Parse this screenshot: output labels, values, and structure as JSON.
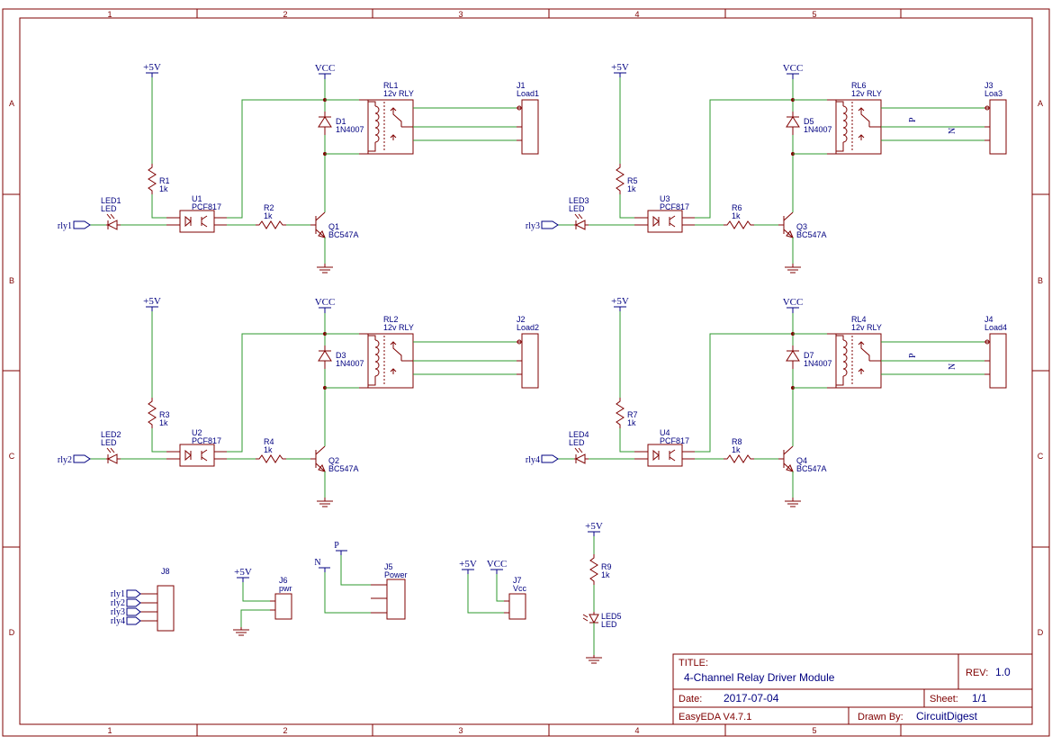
{
  "frame": {
    "columns": [
      "1",
      "2",
      "3",
      "4",
      "5"
    ],
    "rows": [
      "A",
      "B",
      "C",
      "D"
    ]
  },
  "nets": {
    "p5v": "+5V",
    "vcc": "VCC",
    "phase": "P",
    "neutral": "N",
    "rly1": "rly1",
    "rly2": "rly2",
    "rly3": "rly3",
    "rly4": "rly4"
  },
  "channels": [
    {
      "r_up": "R1",
      "r_up_val": "1k",
      "led": "LED1",
      "led_val": "LED",
      "opto": "U1",
      "opto_val": "PCF817",
      "r_base": "R2",
      "r_base_val": "1k",
      "q": "Q1",
      "q_val": "BC547A",
      "d": "D1",
      "d_val": "1N4007",
      "relay": "RL1",
      "relay_val": "12v RLY",
      "conn": "J1",
      "conn_val": "Load1"
    },
    {
      "r_up": "R5",
      "r_up_val": "1k",
      "led": "LED3",
      "led_val": "LED",
      "opto": "U3",
      "opto_val": "PCF817",
      "r_base": "R6",
      "r_base_val": "1k",
      "q": "Q3",
      "q_val": "BC547A",
      "d": "D5",
      "d_val": "1N4007",
      "relay": "RL6",
      "relay_val": "12v RLY",
      "conn": "J3",
      "conn_val": "Loa3"
    },
    {
      "r_up": "R3",
      "r_up_val": "1k",
      "led": "LED2",
      "led_val": "LED",
      "opto": "U2",
      "opto_val": "PCF817",
      "r_base": "R4",
      "r_base_val": "1k",
      "q": "Q2",
      "q_val": "BC547A",
      "d": "D3",
      "d_val": "1N4007",
      "relay": "RL2",
      "relay_val": "12v RLY",
      "conn": "J2",
      "conn_val": "Load2"
    },
    {
      "r_up": "R7",
      "r_up_val": "1k",
      "led": "LED4",
      "led_val": "LED",
      "opto": "U4",
      "opto_val": "PCF817",
      "r_base": "R8",
      "r_base_val": "1k",
      "q": "Q4",
      "q_val": "BC547A",
      "d": "D7",
      "d_val": "1N4007",
      "relay": "RL4",
      "relay_val": "12v RLY",
      "conn": "J4",
      "conn_val": "Load4"
    }
  ],
  "misc": {
    "j8": "J8",
    "j6": "J6",
    "j6_val": "pwr",
    "j5": "J5",
    "j5_val": "Power",
    "j7": "J7",
    "j7_val": "Vcc",
    "r9": "R9",
    "r9_val": "1k",
    "led5": "LED5",
    "led5_val": "LED"
  },
  "title_block": {
    "title_label": "TITLE:",
    "title": "4-Channel Relay Driver Module",
    "rev_label": "REV:",
    "rev": "1.0",
    "date_label": "Date:",
    "date": "2017-07-04",
    "sheet_label": "Sheet:",
    "sheet": "1/1",
    "software": "EasyEDA V4.7.1",
    "drawn_label": "Drawn By:",
    "drawn_by": "CircuitDigest"
  },
  "colors": {
    "border": "#7f0000",
    "wire": "#2e9a2e",
    "label": "#000080",
    "background": "#ffffff"
  }
}
